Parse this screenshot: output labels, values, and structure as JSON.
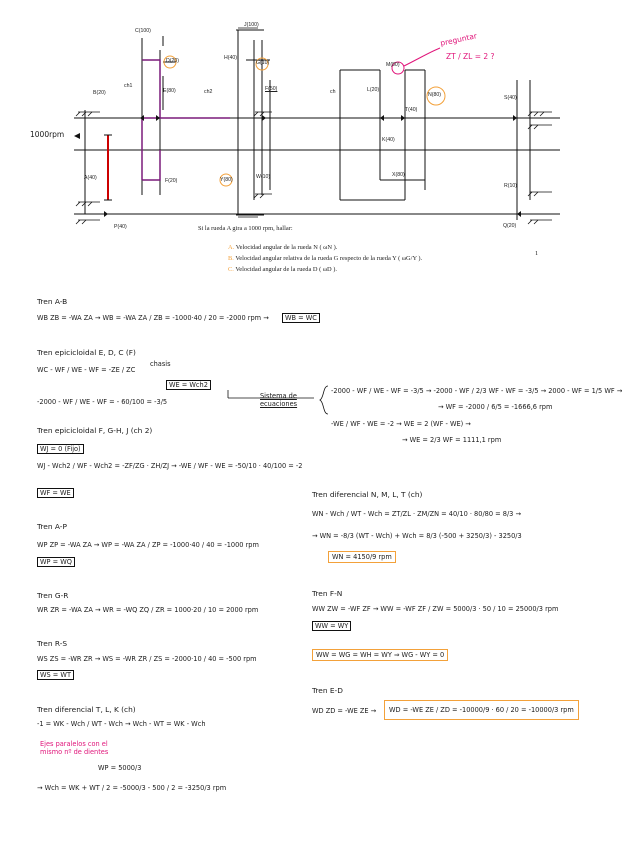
{
  "diagram": {
    "rpm_label": "1000rpm",
    "gears": {
      "C": "C(100)",
      "D": "D(20)",
      "E": "E(80)",
      "B": "B(20)",
      "A": "A(40)",
      "F": "F(20)",
      "J": "J(100)",
      "H": "H(40)",
      "G": "G(10)",
      "Fi": "F(50)",
      "W": "W(10)",
      "Y": "Y(80)",
      "L": "L(20)",
      "K": "K(40)",
      "M": "M(80)",
      "N": "N(80)",
      "T": "T(40)",
      "X": "X(80)",
      "S": "S(40)",
      "R": "R(10)",
      "Q": "Q(20)",
      "P": "P(40)"
    },
    "arm_labels": {
      "ch1": "ch1",
      "ch2": "ch2",
      "ch": "ch"
    },
    "colors": {
      "accent": "#e0157a",
      "highlight": "#f3a13a",
      "frame": "#7a1a7a"
    }
  },
  "annotation": {
    "label": "preguntar",
    "formula": "ZT / ZL = 2 ?"
  },
  "problem": {
    "statement": "Si la rueda A gira a 1000 rpm, hallar:",
    "page_number": "1",
    "questions": [
      {
        "bullet": "A.",
        "text": "Velocidad angular de la rueda N ( ωN )."
      },
      {
        "bullet": "B.",
        "text": "Velocidad angular relativa de la rueda G respecto de la rueda Y ( ωG/Y )."
      },
      {
        "bullet": "C.",
        "text": "Velocidad angular de la rueda D ( ωD )."
      }
    ]
  },
  "notes": {
    "tren_ab": {
      "title": "Tren A-B",
      "eq": "WB ZB = -WA ZA → WB = -WA ZA / ZB = -1000·40 / 20 = -2000 rpm →",
      "result": "WB = WC"
    },
    "epi1": {
      "title": "Tren epicicloidal E, D, C (F)",
      "chasis": "chasis",
      "eq1": "WC - WF / WE - WF = -ZE / ZC",
      "box": "WE = Wch2",
      "eq2": "-2000 - WF / WE - WF = - 60/100 = -3/5"
    },
    "epi2": {
      "title": "Tren epicicloidal F, G-H, J (ch 2)",
      "wj": "WJ = 0 (Fijo)",
      "eq": "WJ - Wch2 / WF - Wch2 = -ZF/ZG · ZH/ZJ → -WE / WF - WE = -50/10 · 40/100 = -2",
      "result": "WF = WE"
    },
    "sistema": {
      "label": "Sistema de ecuaciones",
      "l1": "-2000 - WF / WE - WF = -3/5 → -2000 - WF / 2/3 WF - WF = -3/5 → 2000 - WF = 1/5 WF →",
      "l1b": "→ WF = -2000 / 6/5 = -1666,6 rpm",
      "l2": "-WE / WF - WE = -2 → WE = 2 (WF - WE) →",
      "l3": "→ WE = 2/3 WF = 1111,1 rpm"
    },
    "dif_nmlt": {
      "title": "Tren diferencial N, M, L, T (ch)",
      "eq": "WN - Wch / WT - Wch = ZT/ZL · ZM/ZN = 40/10 · 80/80 = 8/3 →",
      "eq2": "→ WN = -8/3 (WT - Wch) + Wch = 8/3 (-500 + 3250/3) - 3250/3",
      "result": "WN = 4150/9 rpm"
    },
    "tren_ap": {
      "title": "Tren A-P",
      "eq": "WP ZP = -WA ZA → WP = -WA ZA / ZP = -1000·40 / 40 = -1000 rpm",
      "result": "WP = WQ"
    },
    "tren_gr": {
      "title": "Tren G-R",
      "eq": "WR ZR = -WA ZA → WR = -WQ ZQ / ZR = 1000·20 / 10 = 2000 rpm"
    },
    "tren_rs": {
      "title": "Tren R-S",
      "eq": "WS ZS = -WR ZR → WS = -WR ZR / ZS = -2000·10 / 40 = -500 rpm",
      "result": "WS = WT"
    },
    "dif_tlk": {
      "title": "Tren diferencial T, L, K (ch)",
      "eq": "-1 = WK - Wch / WT - Wch → Wch - WT = WK - Wch",
      "note": "Ejes paralelos con el mismo nº de dientes",
      "top": "WP = 5000/3",
      "eq2": "→ Wch = WK + WT / 2 = -5000/3 - 500 / 2 = -3250/3 rpm"
    },
    "tren_fn": {
      "title": "Tren F-N",
      "eq": "WW ZW = -WF ZF → WW = -WF ZF / ZW = 5000/3 · 50 / 10 = 25000/3 rpm",
      "result": "WW = WY"
    },
    "chain": {
      "text": "WW = WG = WH = WY ⇒ WG - WY = 0"
    },
    "tren_ed": {
      "title": "Tren E-D",
      "eq_left": "WD ZD = -WE ZE →",
      "eq_box": "WD = -WE ZE / ZD = -10000/9 · 60 / 20 = -10000/3 rpm"
    }
  }
}
